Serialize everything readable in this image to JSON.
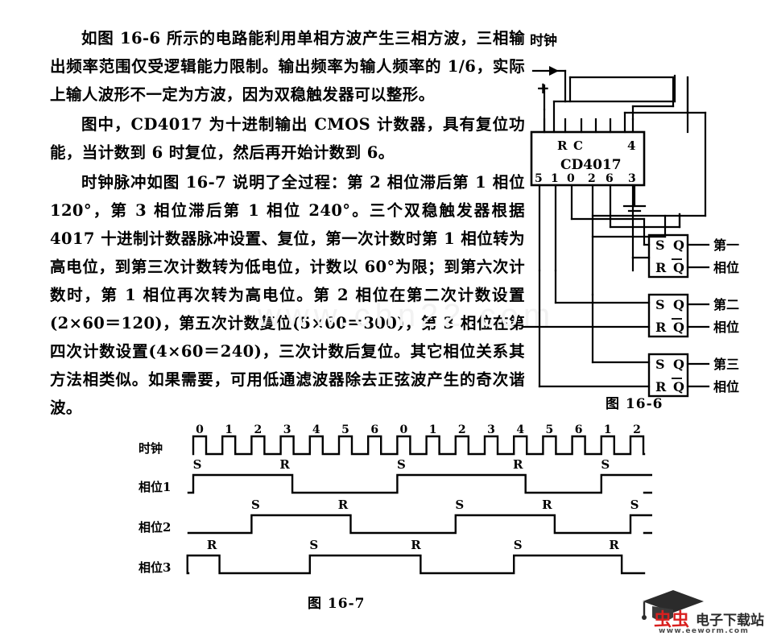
{
  "document": {
    "paragraphs": [
      "如图 16-6 所示的电路能利用单相方波产生三相方波，三相输出频率范围仅受逻辑能力限制。输出频率为输人频率的 1/6，实际上输人波形不一定为方波，因为双稳触发器可以整形。",
      "图中，CD4017 为十进制输出 CMOS 计数器，具有复位功能，当计数到 6 时复位，然后再开始计数到 6。",
      "时钟脉冲如图 16-7 说明了全过程：第 2 相位滞后第 1 相位 120°，第 3 相位滞后第 1 相位 240°。三个双稳触发器根据 4017 十进制计数器脉冲设置、复位，第一次计数时第 1 相位转为高电位，到第三次计数转为低电位，计数以 60°为限；到第六次计数时，第 1 相位再次转为高电位。第 2 相位在第二次计数设置(2×60＝120)，第五次计数复位(5×60＝300)，第 3 相位在第四次计数设置(4×60＝240)，三次计数后复位。其它相位关系其方法相类似。如果需要，可用低通滤波器除去正弦波产生的奇次谐波。"
    ],
    "watermark_text": "www.chn22.com"
  },
  "figure_166": {
    "caption": "图 16-6",
    "clock_label": "时钟",
    "supply_label": "+",
    "chip": {
      "name": "CD4017",
      "top_pins": [
        "R",
        "C",
        "4"
      ],
      "bottom_pins": [
        "5",
        "1",
        "0",
        "2",
        "6",
        "3"
      ]
    },
    "flipflops": [
      {
        "s": "S",
        "r": "R",
        "q": "Q",
        "qbar": "Q",
        "out_top": "第一",
        "out_bottom": "相位"
      },
      {
        "s": "S",
        "r": "R",
        "q": "Q",
        "qbar": "Q",
        "out_top": "第二",
        "out_bottom": "相位"
      },
      {
        "s": "S",
        "r": "R",
        "q": "Q",
        "qbar": "Q",
        "out_top": "第三",
        "out_bottom": "相位"
      }
    ]
  },
  "figure_167": {
    "caption": "图 16-7",
    "row_labels": [
      "时钟",
      "相位1",
      "相位2",
      "相位3"
    ],
    "clock_numbers": [
      "0",
      "1",
      "2",
      "3",
      "4",
      "5",
      "6",
      "0",
      "1",
      "2",
      "3",
      "4",
      "5",
      "6",
      "1",
      "2"
    ],
    "phase1_markers": [
      {
        "label": "S",
        "index": 0
      },
      {
        "label": "R",
        "index": 3
      },
      {
        "label": "S",
        "index": 7
      },
      {
        "label": "R",
        "index": 11
      },
      {
        "label": "S",
        "index": 14
      }
    ],
    "phase1_pulses": [
      {
        "start": 0,
        "end": 3.4
      },
      {
        "start": 7,
        "end": 11.4
      },
      {
        "start": 14,
        "end": 16.2
      }
    ],
    "phase2_markers": [
      {
        "label": "S",
        "index": 2
      },
      {
        "label": "R",
        "index": 5
      },
      {
        "label": "S",
        "index": 9
      },
      {
        "label": "R",
        "index": 12
      },
      {
        "label": "S",
        "index": 15
      }
    ],
    "phase2_pulses": [
      {
        "start": 2,
        "end": 5.4
      },
      {
        "start": 9,
        "end": 12.4
      },
      {
        "start": 15,
        "end": 16.2
      }
    ],
    "phase3_markers": [
      {
        "label": "R",
        "index": 0.5
      },
      {
        "label": "S",
        "index": 4
      },
      {
        "label": "R",
        "index": 7.5
      },
      {
        "label": "S",
        "index": 11
      },
      {
        "label": "R",
        "index": 14.3
      }
    ],
    "phase3_pulses": [
      {
        "start": -0.2,
        "end": 0.9
      },
      {
        "start": 4,
        "end": 7.8
      },
      {
        "start": 11,
        "end": 14.7
      }
    ]
  },
  "watermark_logo": {
    "brand_cn": "虫虫",
    "tagline_cn": "电子下载站",
    "url": "www.eeworm.com",
    "red": "#d9201f",
    "dark": "#2b2b2b"
  }
}
